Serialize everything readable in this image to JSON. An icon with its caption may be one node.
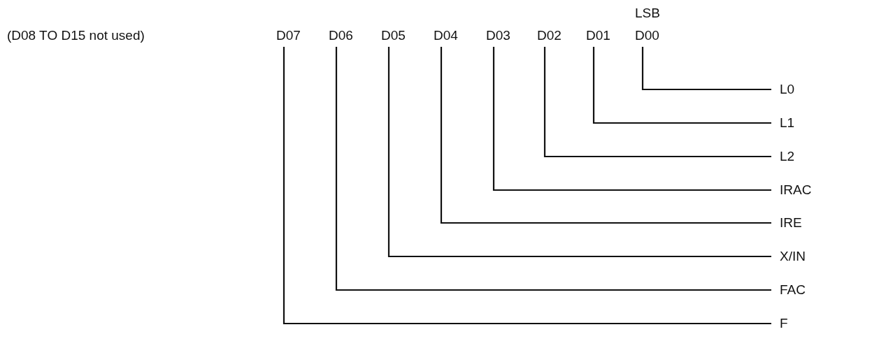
{
  "diagram": {
    "nodes": [
      {
        "text": [
          "D07"
        ]
      },
      {
        "text": [
          "D06"
        ]
      },
      {
        "text": [
          "D05"
        ]
      },
      {
        "text": [
          "D04"
        ]
      },
      {
        "text": [
          "D03"
        ]
      },
      {
        "text": [
          "D02"
        ]
      },
      {
        "text": [
          "D01"
        ]
      },
      {
        "text": [
          "D00"
        ],
        "beside": [
          "LSB"
        ]
      },
      {
        "text": [
          "L0"
        ]
      },
      {
        "text": [
          "L1"
        ]
      },
      {
        "text": [
          "L2"
        ]
      },
      {
        "text": [
          "IRAC"
        ]
      },
      {
        "text": [
          "IRE"
        ]
      },
      {
        "text": [
          "X/IN"
        ]
      },
      {
        "text": [
          "FAC"
        ]
      },
      {
        "text": [
          "F"
        ]
      }
    ],
    "edges": [
      {
        "from": 7,
        "to": 8,
        "arrow": "none"
      },
      {
        "from": 6,
        "to": 9,
        "arrow": "none"
      },
      {
        "from": 5,
        "to": 10,
        "arrow": "none"
      },
      {
        "from": 4,
        "to": 11,
        "arrow": "none"
      },
      {
        "from": 3,
        "to": 12,
        "arrow": "none"
      },
      {
        "from": 2,
        "to": 13,
        "arrow": "none"
      },
      {
        "from": 1,
        "to": 14,
        "arrow": "none"
      },
      {
        "from": 0,
        "to": 15,
        "arrow": "none"
      }
    ],
    "labels": [
      "(D08 TO D15 not used)"
    ]
  }
}
